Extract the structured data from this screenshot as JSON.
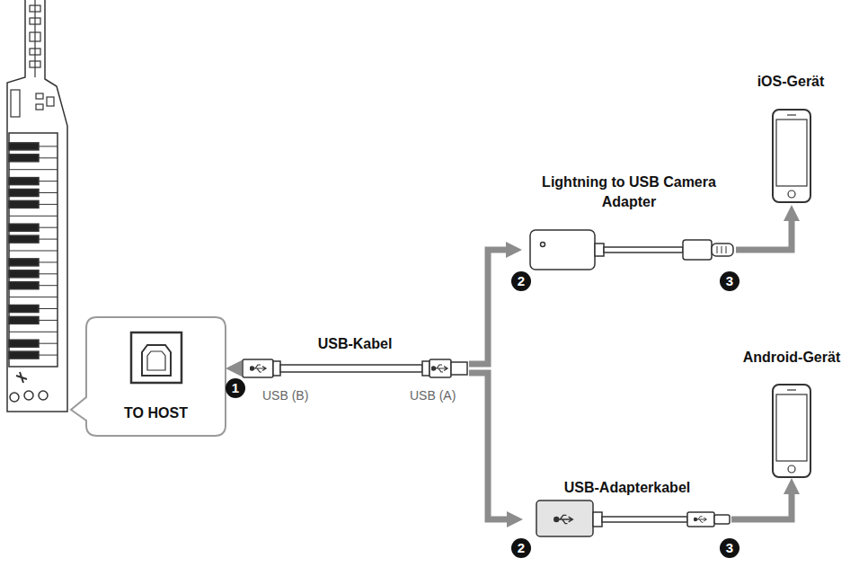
{
  "diagram": {
    "nodes": [
      {
        "text": [
          "TO HOST"
        ]
      },
      {
        "text": [
          "USB-Kabel"
        ]
      },
      {
        "text": [
          "Lightning to USB Camera Adapter"
        ]
      },
      {
        "text": [
          "iOS-Gerät"
        ]
      },
      {
        "text": [
          "USB-Adapterkabel"
        ]
      },
      {
        "text": [
          "Android-Gerät"
        ]
      }
    ],
    "edges": [
      {
        "from": 1,
        "to": 0,
        "arrow": "to"
      },
      {
        "from": 1,
        "to": 2,
        "arrow": "to"
      },
      {
        "from": 1,
        "to": 4,
        "arrow": "to"
      },
      {
        "from": 2,
        "to": 3,
        "arrow": "to"
      },
      {
        "from": 4,
        "to": 5,
        "arrow": "to"
      }
    ],
    "labels": [
      "1",
      "USB (B)",
      "USB (A)",
      "2",
      "3",
      "2",
      "3"
    ]
  }
}
